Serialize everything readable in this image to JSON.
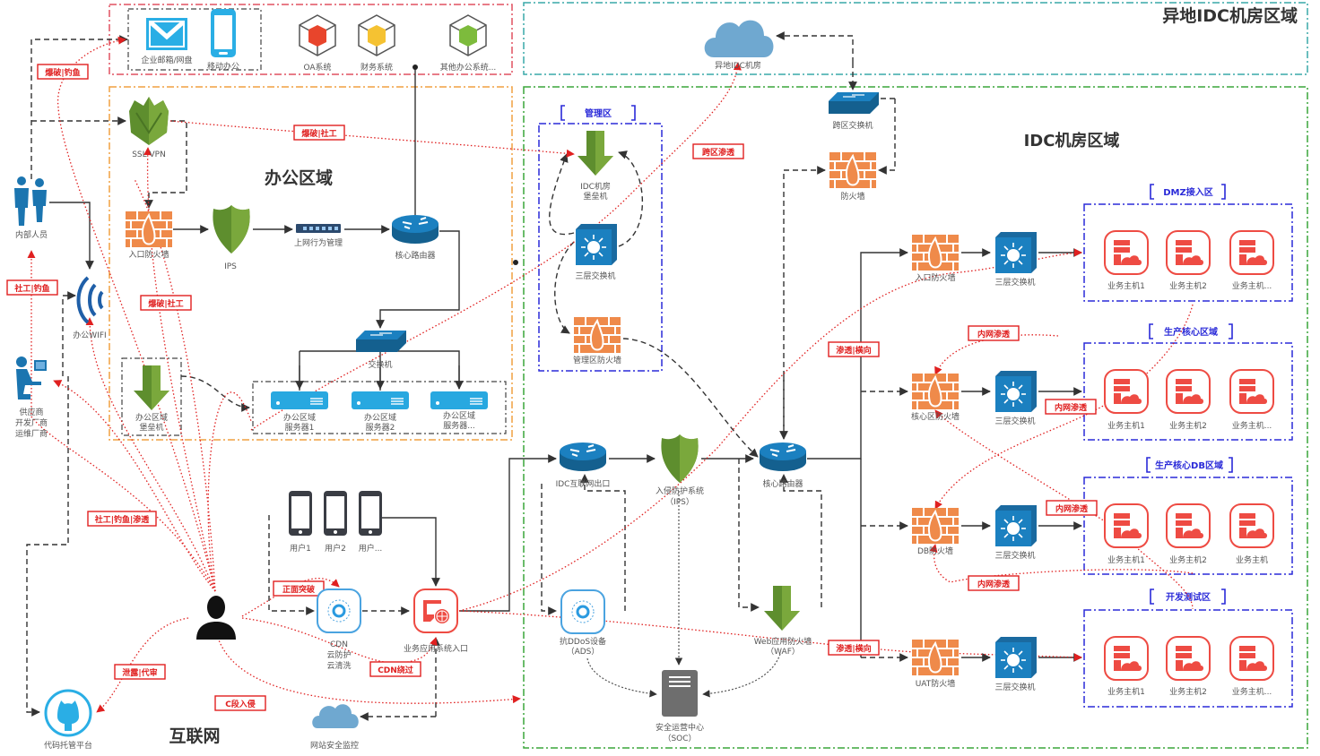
{
  "zones": {
    "remote_idc": "异地IDC机房区域",
    "idc": "IDC机房区域",
    "office": "办公区域",
    "internet": "互联网"
  },
  "subzones": {
    "mgmt": "管理区",
    "dmz": "DMZ接入区",
    "prod_core": "生产核心区域",
    "prod_db": "生产核心DB区域",
    "dev_test": "开发测试区"
  },
  "top_apps": {
    "mail": "企业邮箱/网盘",
    "mobile": "移动办公",
    "oa": "OA系统",
    "finance": "财务系统",
    "other": "其他办公系统..."
  },
  "colors": {
    "oa_cube": "#e8452c",
    "finance_cube": "#f5c232",
    "other_cube": "#7dbb3c",
    "network_blue": "#1b75b0",
    "firewall_orange": "#ef8a4a",
    "green_aws": "#5e8e2e",
    "host_red": "#ee4b43",
    "attack_red": "#e02020",
    "zone_blue": "#2a2ad8",
    "zone_green": "#3aa63a",
    "zone_teal": "#38a8a8",
    "zone_orange": "#f0a040",
    "zone_red": "#e05060",
    "cloud_blue": "#6fa8d0",
    "cyan": "#2aaee5"
  },
  "office_nodes": {
    "ssl_vpn": "SSL VPN",
    "entry_fw": "入口防火墙",
    "ips": "IPS",
    "behavior_mgmt": "上网行为管理",
    "core_router": "核心路由器",
    "switch": "交换机",
    "bastion": [
      "办公区域",
      "堡垒机"
    ],
    "servers": [
      [
        "办公区域",
        "服务器1"
      ],
      [
        "办公区域",
        "服务器2"
      ],
      [
        "办公区域",
        "服务器..."
      ]
    ],
    "wifi": "办公WIFI"
  },
  "people": {
    "internal": "内部人员",
    "vendors": [
      "供应商",
      "开发厂商",
      "运维厂商"
    ],
    "code_platform": "代码托管平台"
  },
  "internet_nodes": {
    "users": [
      "用户1",
      "用户2",
      "用户..."
    ],
    "cdn": [
      "CDN",
      "云防护",
      "云清洗"
    ],
    "biz_entry": "业务应用系统入口",
    "web_monitor": "网站安全监控"
  },
  "idc_nodes": {
    "remote_cloud": "异地IDC机房",
    "cross_switch": "跨区交换机",
    "firewall": "防火墙",
    "mgmt_bastion": [
      "IDC机房",
      "堡垒机"
    ],
    "mgmt_l3switch": "三层交换机",
    "mgmt_fw": "管理区防火墙",
    "idc_exit": "IDC互联网出口",
    "ips": [
      "入侵防护系统",
      "（IPS）"
    ],
    "core_router": "核心路由器",
    "ads": [
      "抗DDoS设备",
      "（ADS）"
    ],
    "waf": [
      "Web应用防火墙",
      "（WAF）"
    ],
    "soc": [
      "安全运营中心",
      "（SOC）"
    ],
    "dmz_fw": "入口防火墙",
    "core_fw": "核心区防火墙",
    "db_fw": "DB防火墙",
    "uat_fw": "UAT防火墙",
    "l3switch": "三层交换机",
    "hosts": {
      "dmz": [
        "业务主机1",
        "业务主机2",
        "业务主机..."
      ],
      "prod_core": [
        "业务主机1",
        "业务主机2",
        "业务主机..."
      ],
      "prod_db": [
        "业务主机1",
        "业务主机2",
        "业务主机"
      ],
      "dev_test": [
        "业务主机1",
        "业务主机2",
        "业务主机..."
      ]
    }
  },
  "attack_labels": {
    "brute_phish_top": "爆破|钓鱼",
    "brute_social_vpn": "爆破|社工",
    "social_phish_left": "社工|钓鱼",
    "brute_social_mid": "爆破|社工",
    "social_phish_pen": "社工|钓鱼|渗透",
    "leak_supply": "泄露|代审",
    "c_segment": "C段入侵",
    "frontal": "正面突破",
    "cdn_bypass": "CDN绕过",
    "cross_zone": "跨区渗透",
    "pen_lateral_1": "渗透|横向",
    "pen_lateral_2": "渗透|横向",
    "intranet_1": "内网渗透",
    "intranet_2": "内网渗透",
    "intranet_3": "内网渗透",
    "intranet_4": "内网渗透"
  }
}
